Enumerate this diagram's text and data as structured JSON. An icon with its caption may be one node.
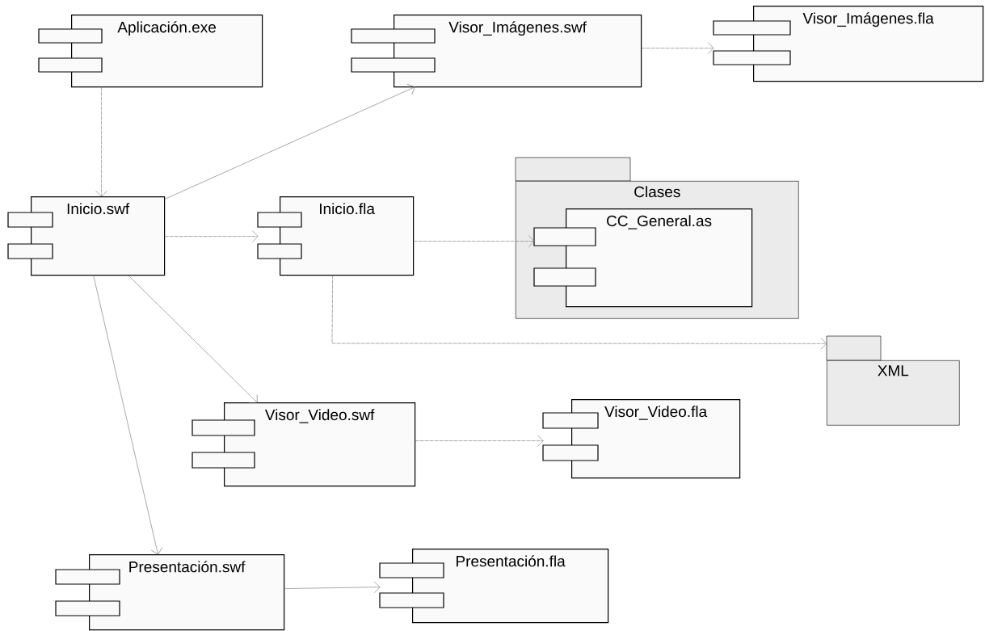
{
  "diagram": {
    "nodes": [
      {
        "text": [
          "Aplicación.exe"
        ]
      },
      {
        "text": [
          "Visor_Imágenes.swf"
        ]
      },
      {
        "text": [
          "Visor_Imágenes.fla"
        ]
      },
      {
        "text": [
          "Inicio.swf"
        ]
      },
      {
        "text": [
          "Inicio.fla"
        ]
      },
      {
        "text": [
          "Clases"
        ]
      },
      {
        "text": [
          "CC_General.as"
        ],
        "in": 5
      },
      {
        "text": [
          "XML"
        ]
      },
      {
        "text": [
          "Visor_Video.swf"
        ]
      },
      {
        "text": [
          "Visor_Video.fla"
        ]
      },
      {
        "text": [
          "Presentación.swf"
        ]
      },
      {
        "text": [
          "Presentación.fla"
        ]
      }
    ],
    "edges": [
      {
        "from": 0,
        "to": 3,
        "arrow": "to",
        "style": "dashed"
      },
      {
        "from": 3,
        "to": 1,
        "arrow": "to"
      },
      {
        "from": 3,
        "to": 4,
        "arrow": "to",
        "style": "dashed"
      },
      {
        "from": 1,
        "to": 2,
        "arrow": "to",
        "style": "dashed"
      },
      {
        "from": 4,
        "to": 6,
        "arrow": "to",
        "style": "dashed"
      },
      {
        "from": 4,
        "to": 7,
        "arrow": "to",
        "style": "dashed"
      },
      {
        "from": 3,
        "to": 8,
        "arrow": "to"
      },
      {
        "from": 3,
        "to": 10,
        "arrow": "to"
      },
      {
        "from": 8,
        "to": 9,
        "arrow": "to",
        "style": "dashed"
      },
      {
        "from": 10,
        "to": 11,
        "arrow": "to"
      }
    ]
  }
}
